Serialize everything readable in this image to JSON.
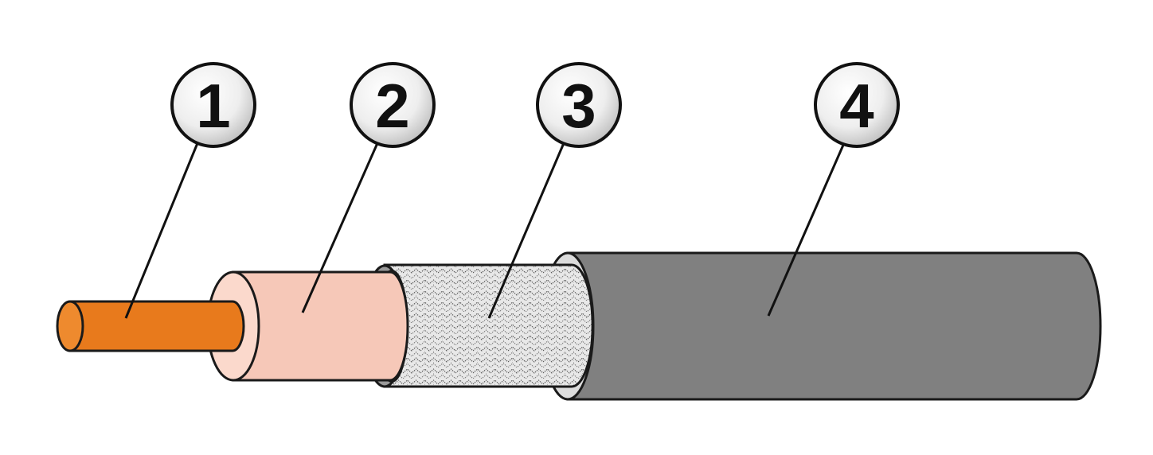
{
  "diagram": {
    "callouts": [
      {
        "number": "1"
      },
      {
        "number": "2"
      },
      {
        "number": "3"
      },
      {
        "number": "4"
      }
    ],
    "colors": {
      "conductor": "#E87A1C",
      "dielectric": "#F6C8B8",
      "braid": "#E6E6E6",
      "jacket": "#808080",
      "outline": "#1a1a1a",
      "callout_fill": "#f2f2f2"
    }
  }
}
